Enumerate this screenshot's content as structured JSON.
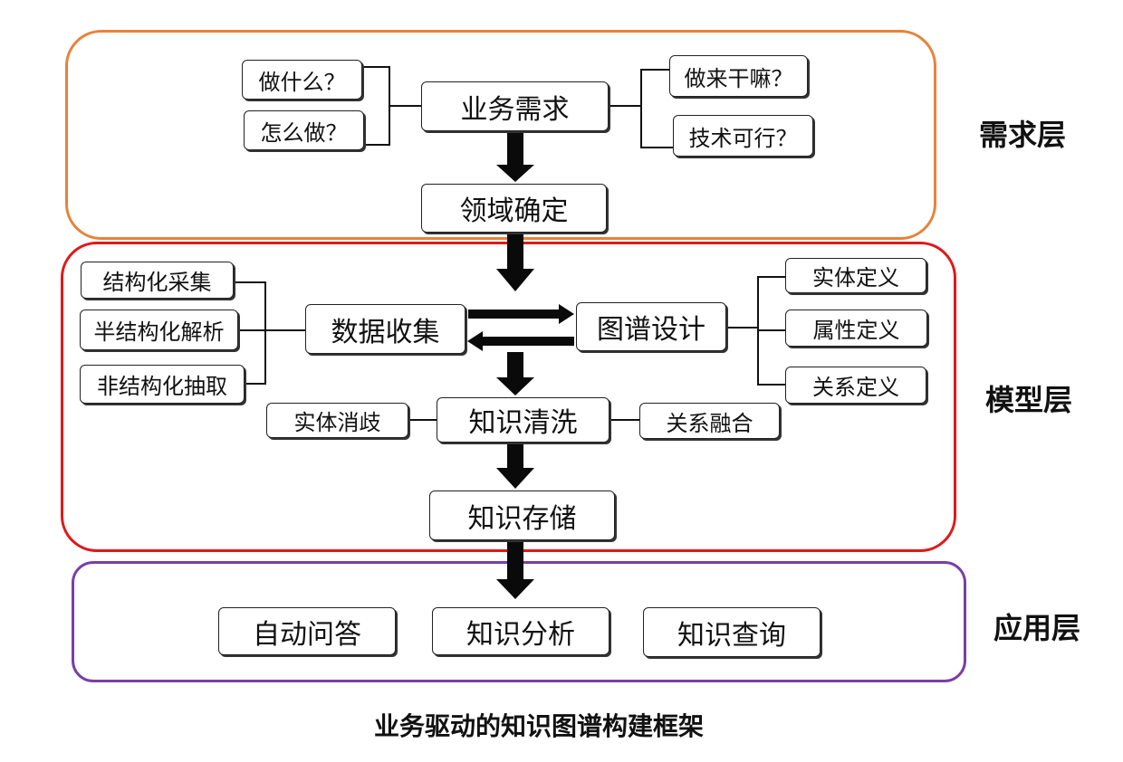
{
  "layers": {
    "demand": "需求层",
    "model": "模型层",
    "application": "应用层"
  },
  "colors": {
    "demand": "#e8823a",
    "model": "#e01818",
    "application": "#7a3fa6"
  },
  "demand": {
    "business": "业务需求",
    "domain": "领域确定",
    "left": [
      "做什么？",
      "怎么做？"
    ],
    "right": [
      "做来干嘛？",
      "技术可行？"
    ]
  },
  "model": {
    "collect": "数据收集",
    "design": "图谱设计",
    "clean": "知识清洗",
    "store": "知识存储",
    "collect_items": [
      "结构化采集",
      "半结构化解析",
      "非结构化抽取"
    ],
    "design_items": [
      "实体定义",
      "属性定义",
      "关系定义"
    ],
    "disambiguation": "实体消歧",
    "fusion": "关系融合"
  },
  "application": {
    "items": [
      "自动问答",
      "知识分析",
      "知识查询"
    ]
  },
  "caption": "业务驱动的知识图谱构建框架"
}
